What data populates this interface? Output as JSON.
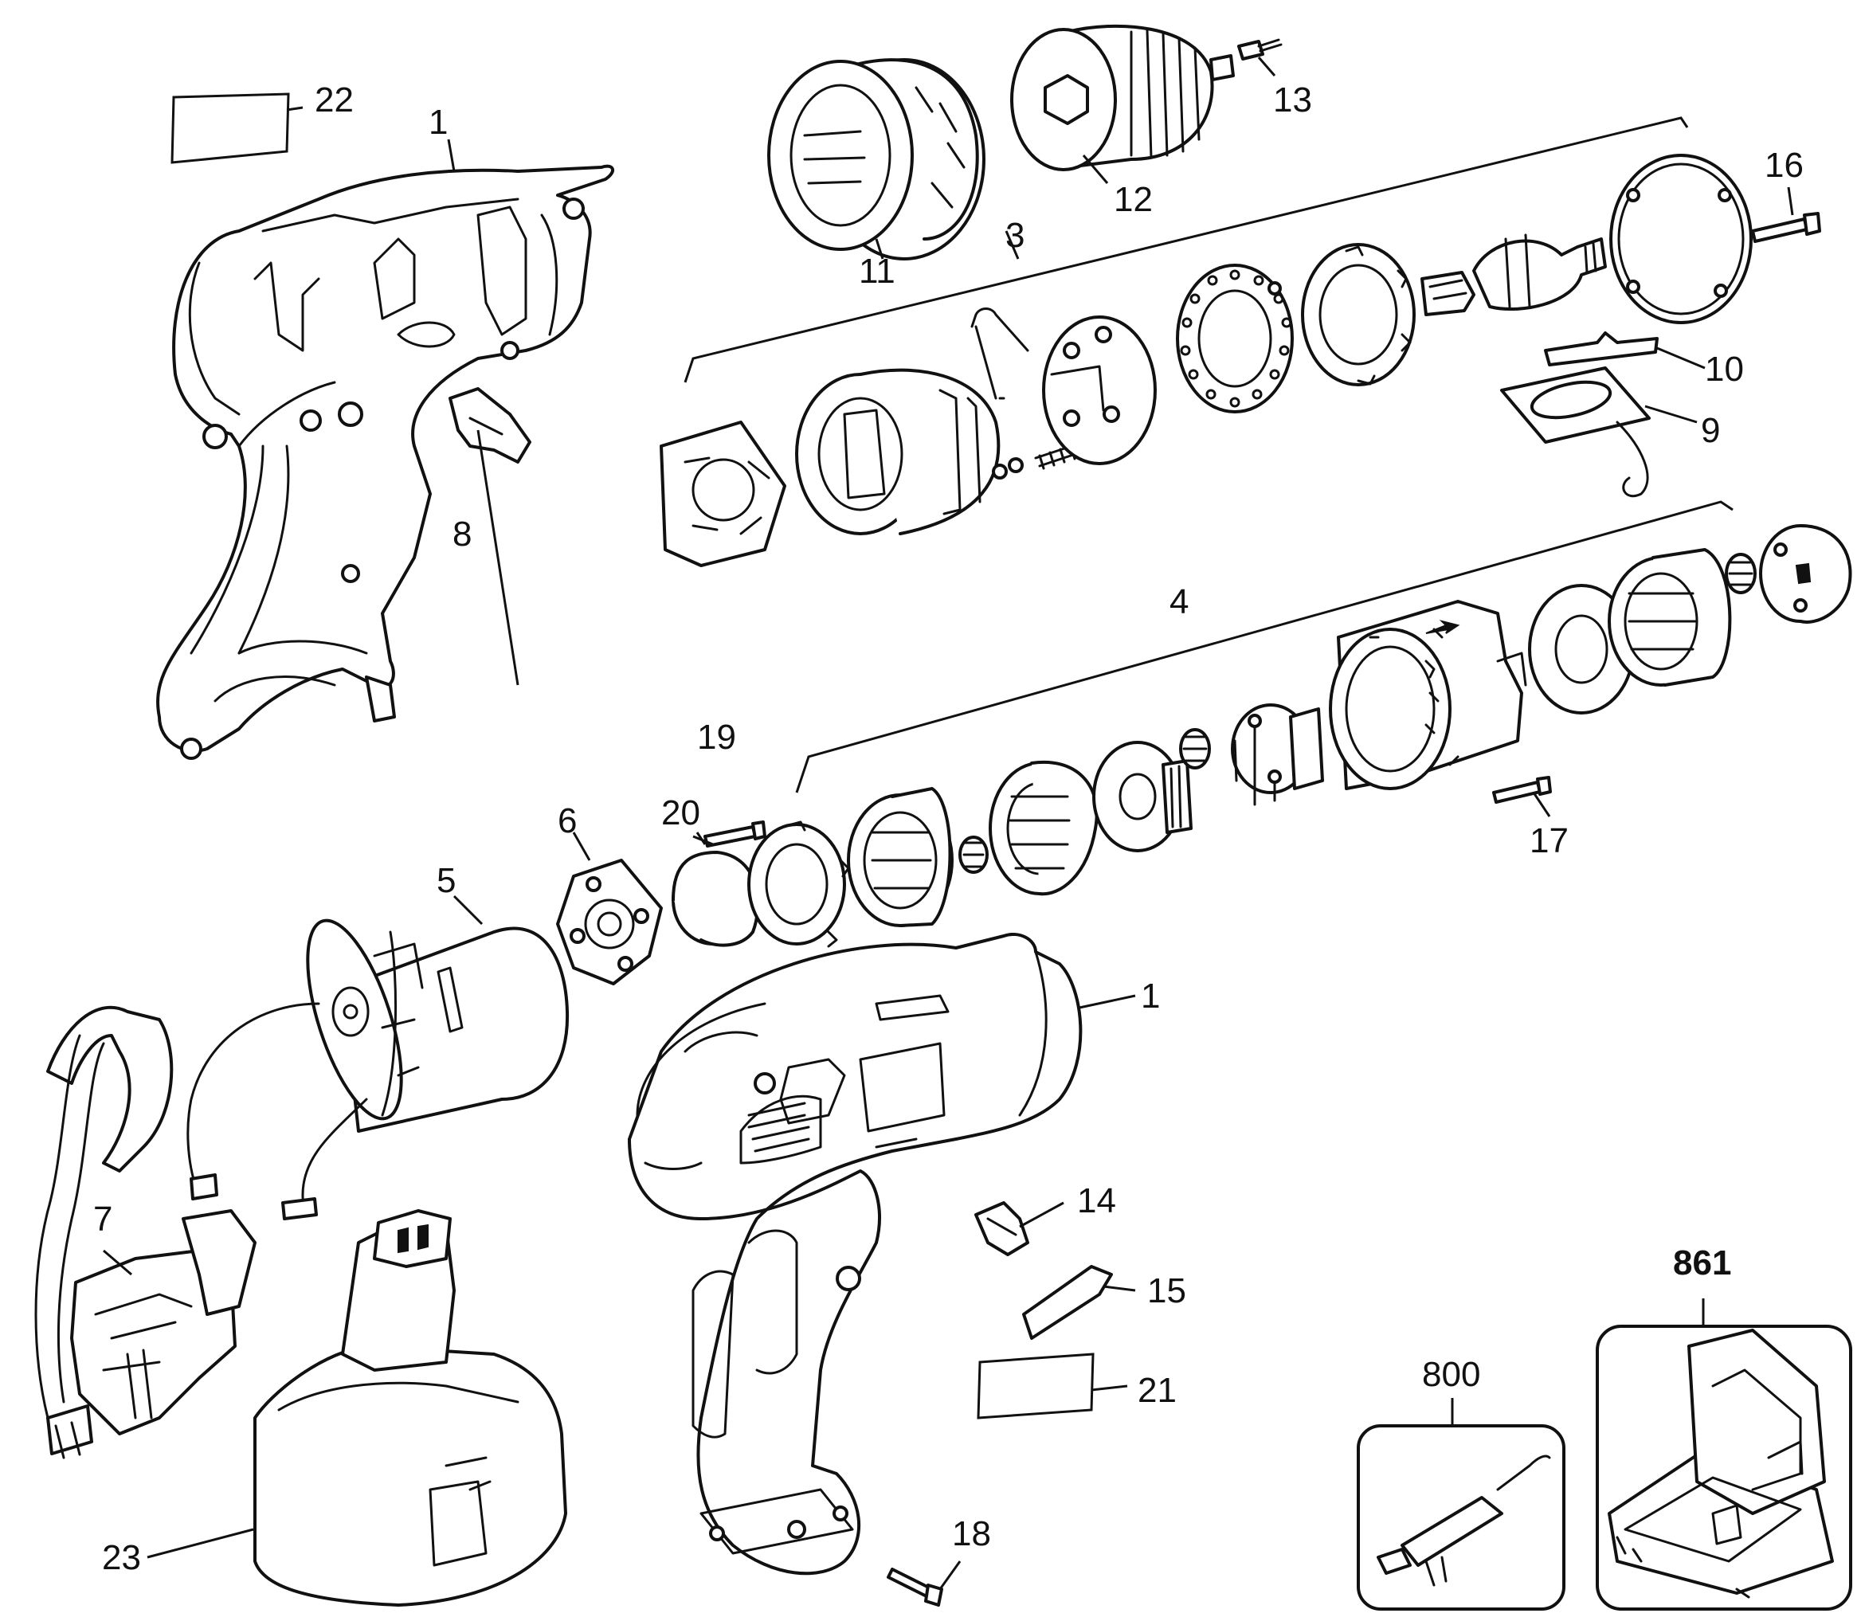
{
  "callouts": {
    "c1a": "1",
    "c1b": "1",
    "c3": "3",
    "c4": "4",
    "c5": "5",
    "c6": "6",
    "c7": "7",
    "c8": "8",
    "c9": "9",
    "c10": "10",
    "c11": "11",
    "c12": "12",
    "c13": "13",
    "c14": "14",
    "c15": "15",
    "c16": "16",
    "c17": "17",
    "c18": "18",
    "c19": "19",
    "c20": "20",
    "c21": "21",
    "c22": "22",
    "c23": "23",
    "c800": "800",
    "c861": "861"
  }
}
